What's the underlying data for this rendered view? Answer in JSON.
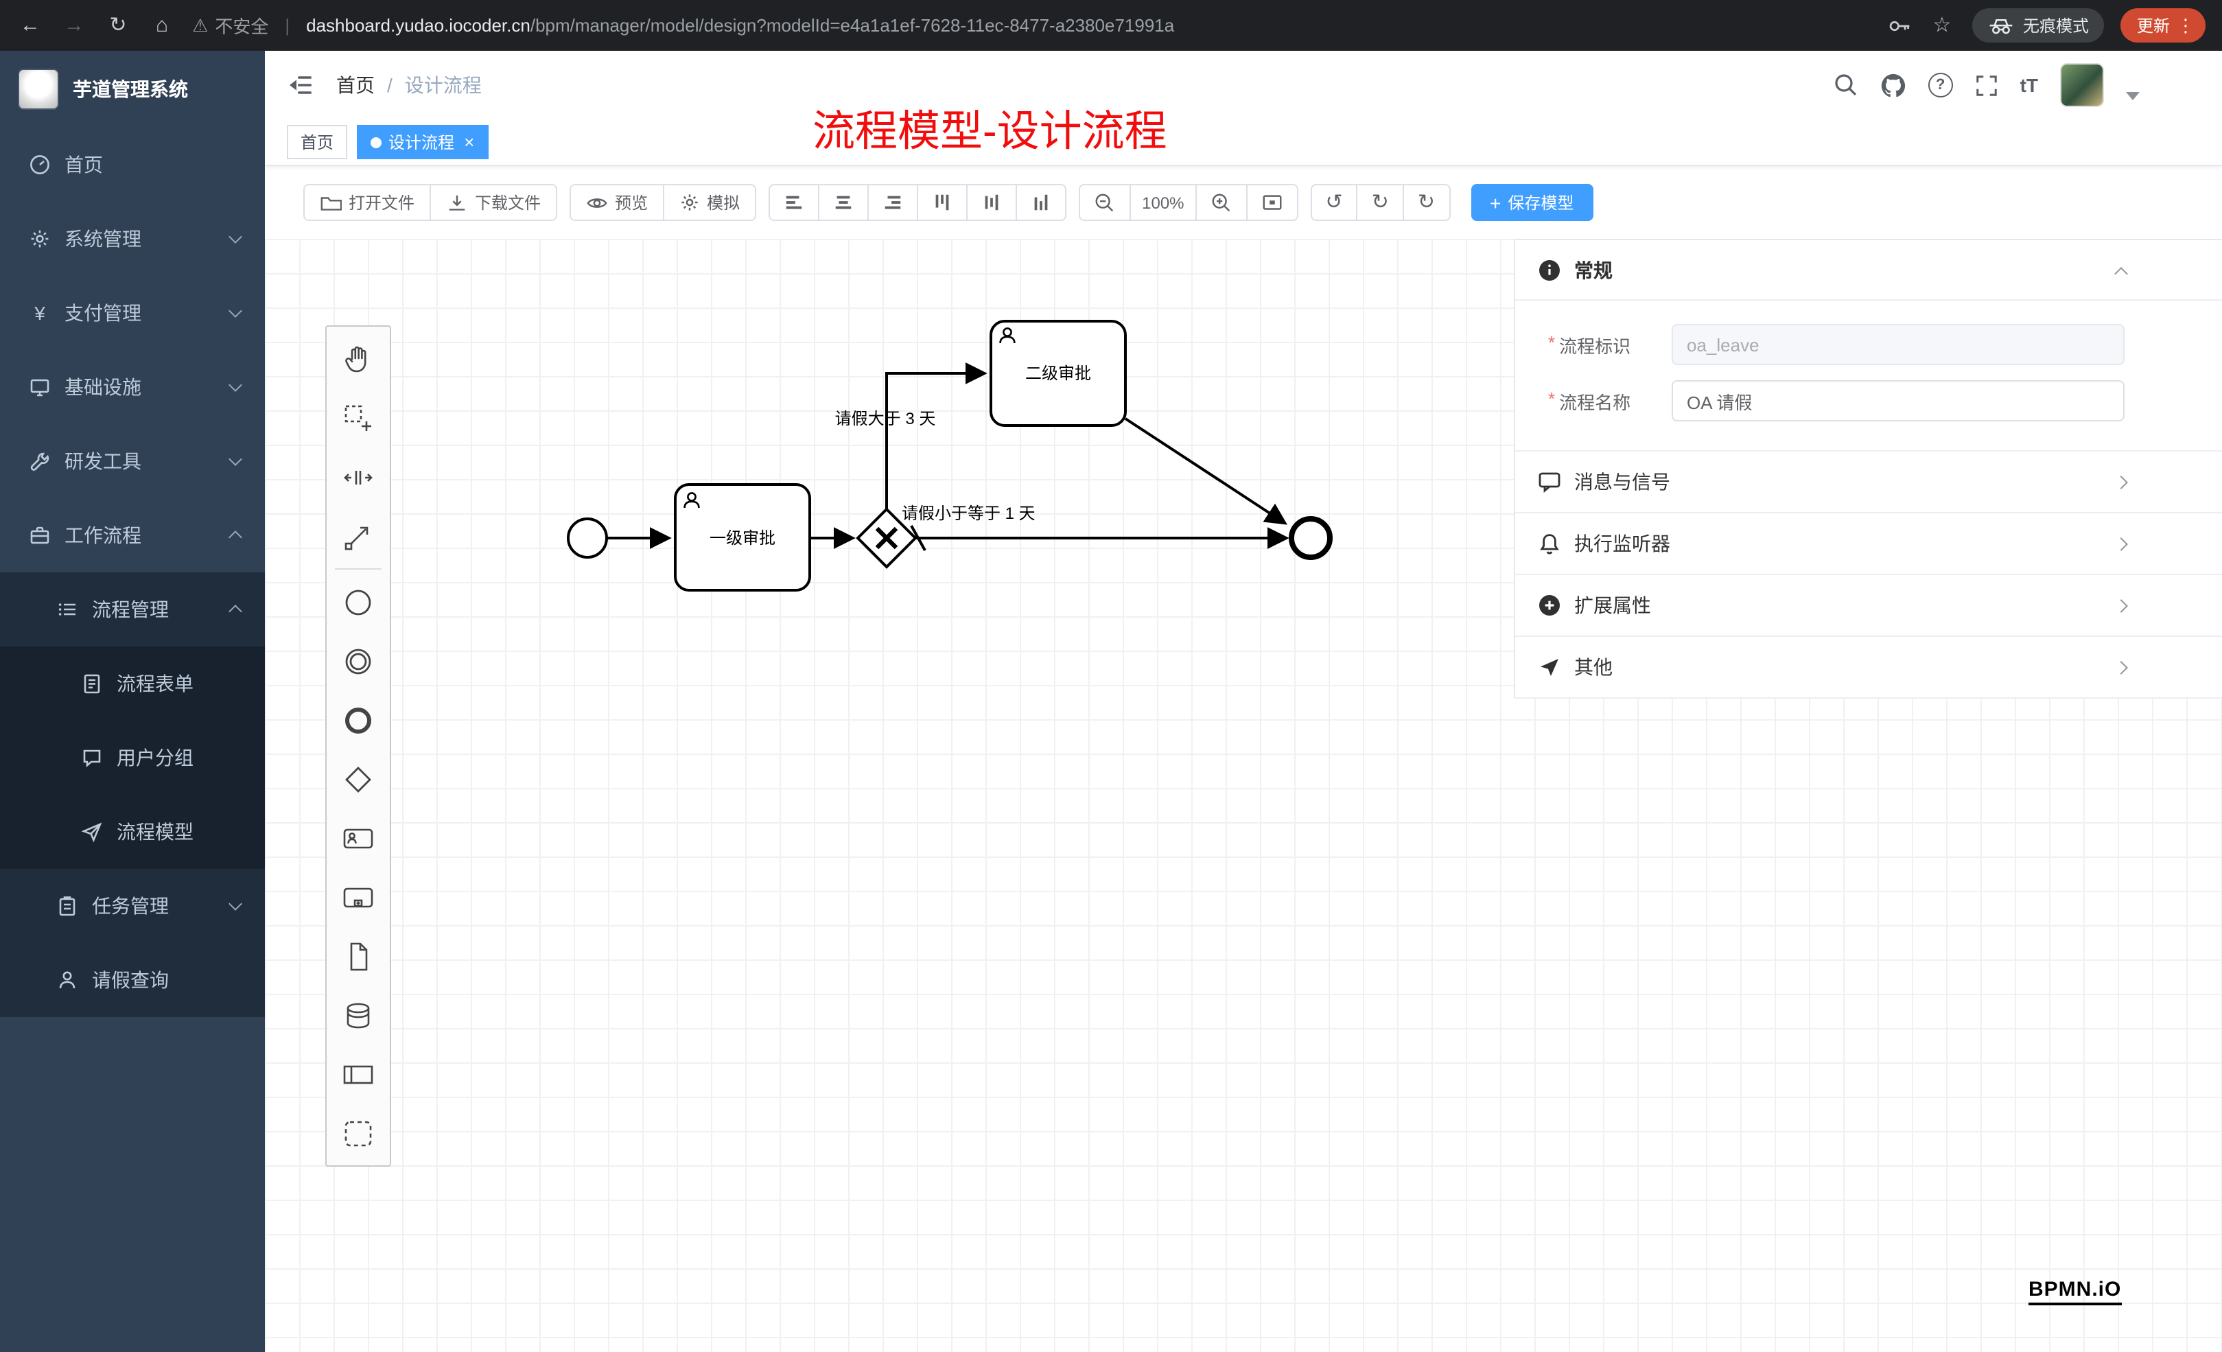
{
  "browser": {
    "security": "不安全",
    "url_host": "dashboard.yudao.iocoder.cn",
    "url_path": "/bpm/manager/model/design?modelId=e4a1a1ef-7628-11ec-8477-a2380e71991a",
    "incognito": "无痕模式",
    "update": "更新"
  },
  "icons": {
    "back": "←",
    "forward": "→",
    "reload": "↻",
    "home": "⌂",
    "warning": "⚠",
    "star": "☆",
    "menu_dots": "⋮",
    "divider": "|",
    "undo": "↺",
    "redo": "↻",
    "refresh": "↻",
    "plus": "+",
    "close": "×",
    "yen": "¥",
    "question": "?",
    "font_size": "tT"
  },
  "sidebar": {
    "title": "芋道管理系统",
    "items": [
      {
        "label": "首页"
      },
      {
        "label": "系统管理"
      },
      {
        "label": "支付管理"
      },
      {
        "label": "基础设施"
      },
      {
        "label": "研发工具"
      },
      {
        "label": "工作流程"
      },
      {
        "label": "流程管理"
      },
      {
        "label": "流程表单"
      },
      {
        "label": "用户分组"
      },
      {
        "label": "流程模型"
      },
      {
        "label": "任务管理"
      },
      {
        "label": "请假查询"
      }
    ]
  },
  "nav": {
    "breadcrumb_home": "首页",
    "breadcrumb_sep": "/",
    "breadcrumb_current": "设计流程"
  },
  "annotation": "流程模型-设计流程",
  "tabs": [
    {
      "label": "首页"
    },
    {
      "label": "设计流程"
    }
  ],
  "toolbar": {
    "open_file": "打开文件",
    "download_file": "下载文件",
    "preview": "预览",
    "simulate": "模拟",
    "zoom_level": "100%",
    "save_model": "保存模型"
  },
  "diagram": {
    "task_level1": "一级审批",
    "task_level2": "二级审批",
    "flow_gt3": "请假大于 3 天",
    "flow_le1": "请假小于等于 1 天"
  },
  "panel": {
    "section_general": "常规",
    "required_mark": "*",
    "field_process_key_label": "流程标识",
    "field_process_key_value": "oa_leave",
    "field_process_name_label": "流程名称",
    "field_process_name_value": "OA 请假",
    "section_message": "消息与信号",
    "section_listener": "执行监听器",
    "section_ext": "扩展属性",
    "section_other": "其他"
  },
  "bpmn_logo": "BPMN.iO",
  "colors": {
    "primary": "#409eff",
    "sidebar_bg": "#304156",
    "sidebar_sub_bg": "#1f2d3d",
    "annotation_red": "#f20d0d",
    "update_chip": "#cf4a31"
  }
}
